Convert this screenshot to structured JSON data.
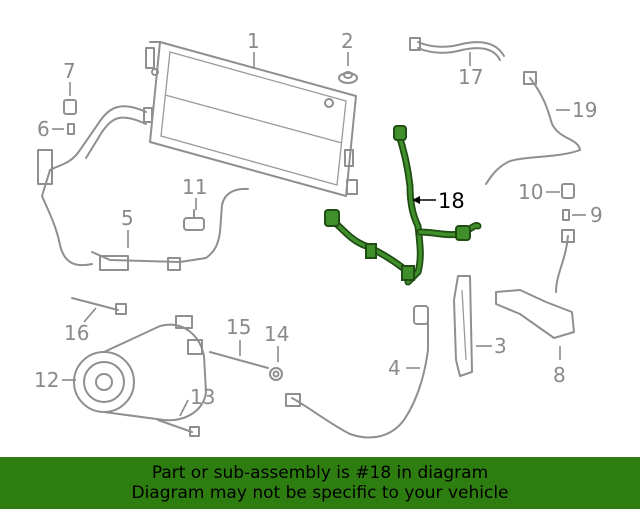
{
  "callouts": {
    "c1": "1",
    "c2": "2",
    "c3": "3",
    "c4": "4",
    "c5": "5",
    "c6": "6",
    "c7": "7",
    "c8": "8",
    "c9": "9",
    "c10": "10",
    "c11": "11",
    "c12": "12",
    "c13": "13",
    "c14": "14",
    "c15": "15",
    "c16": "16",
    "c17": "17",
    "c18": "18",
    "c19": "19"
  },
  "highlight": {
    "part": "18",
    "color": "#2e6b1a"
  },
  "banner": {
    "line1": "Part or sub-assembly is #18 in diagram",
    "line2": "Diagram may not be specific to your vehicle",
    "background": "#2e7d10"
  }
}
